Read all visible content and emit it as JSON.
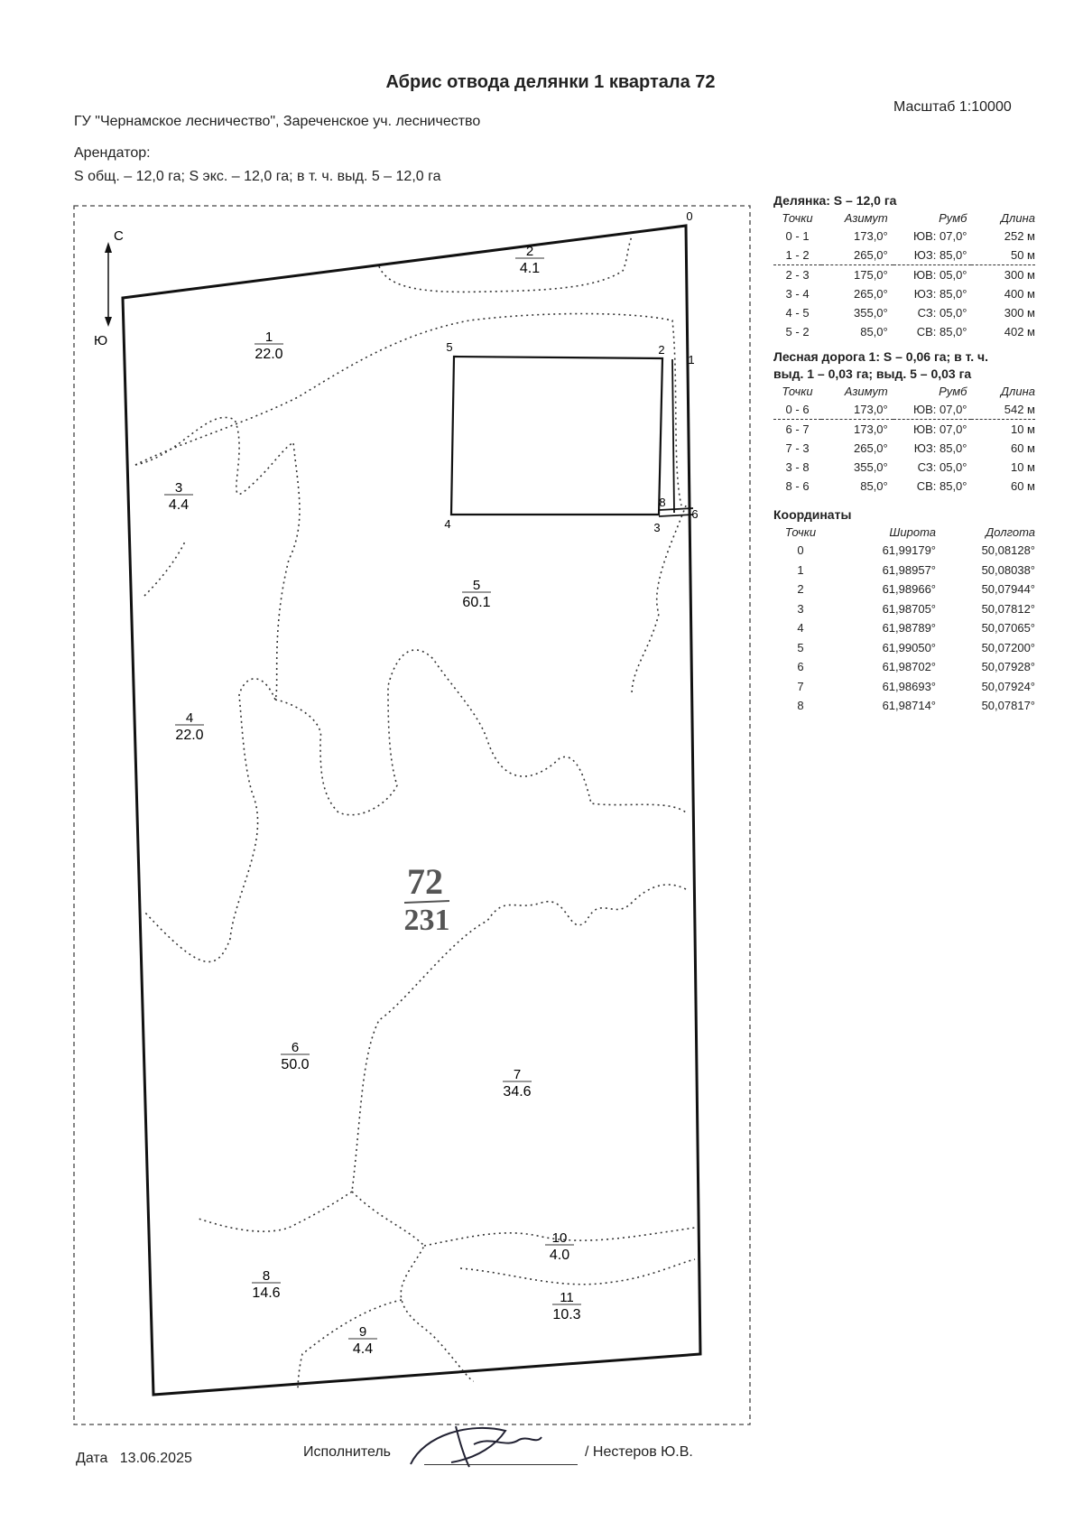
{
  "title": "Абрис отвода делянки 1 квартала 72",
  "scale": "Масштаб 1:10000",
  "organization": "ГУ \"Чернамское лесничество\", Зареченское уч. лесничество",
  "tenant_label": "Арендатор:",
  "areas": "S общ. – 12,0 га; S экс. – 12,0 га; в т. ч. выд. 5 – 12,0 га",
  "north_label": "С",
  "south_label": "Ю",
  "quarter": {
    "number": "72",
    "area": "231"
  },
  "vydels": [
    {
      "num": "1",
      "area": "22.0"
    },
    {
      "num": "2",
      "area": "4.1"
    },
    {
      "num": "3",
      "area": "4.4"
    },
    {
      "num": "4",
      "area": "22.0"
    },
    {
      "num": "5",
      "area": "60.1"
    },
    {
      "num": "6",
      "area": "50.0"
    },
    {
      "num": "7",
      "area": "34.6"
    },
    {
      "num": "8",
      "area": "14.6"
    },
    {
      "num": "9",
      "area": "4.4"
    },
    {
      "num": "10",
      "area": "4.0"
    },
    {
      "num": "11",
      "area": "10.3"
    }
  ],
  "plot_points": [
    "0",
    "1",
    "2",
    "3",
    "4",
    "5",
    "6",
    "8"
  ],
  "plot": {
    "title": "Делянка: S – 12,0 га",
    "headers": [
      "Точки",
      "Азимут",
      "Румб",
      "Длина"
    ],
    "rows": [
      [
        "0 - 1",
        "173,0°",
        "ЮВ: 07,0°",
        "252 м"
      ],
      [
        "1 - 2",
        "265,0°",
        "ЮЗ: 85,0°",
        "50 м"
      ],
      [
        "2 - 3",
        "175,0°",
        "ЮВ: 05,0°",
        "300 м"
      ],
      [
        "3 - 4",
        "265,0°",
        "ЮЗ: 85,0°",
        "400 м"
      ],
      [
        "4 - 5",
        "355,0°",
        "СЗ: 05,0°",
        "300 м"
      ],
      [
        "5 - 2",
        "85,0°",
        "СВ: 85,0°",
        "402 м"
      ]
    ]
  },
  "road": {
    "title_line1": "Лесная дорога 1: S – 0,06 га; в т. ч.",
    "title_line2": "выд. 1 – 0,03 га; выд. 5 – 0,03 га",
    "headers": [
      "Точки",
      "Азимут",
      "Румб",
      "Длина"
    ],
    "rows": [
      [
        "0 - 6",
        "173,0°",
        "ЮВ: 07,0°",
        "542 м"
      ],
      [
        "6 - 7",
        "173,0°",
        "ЮВ: 07,0°",
        "10 м"
      ],
      [
        "7 - 3",
        "265,0°",
        "ЮЗ: 85,0°",
        "60 м"
      ],
      [
        "3 - 8",
        "355,0°",
        "СЗ: 05,0°",
        "10 м"
      ],
      [
        "8 - 6",
        "85,0°",
        "СВ: 85,0°",
        "60 м"
      ]
    ]
  },
  "coords": {
    "title": "Координаты",
    "headers": [
      "Точки",
      "Широта",
      "Долгота"
    ],
    "rows": [
      [
        "0",
        "61,99179°",
        "50,08128°"
      ],
      [
        "1",
        "61,98957°",
        "50,08038°"
      ],
      [
        "2",
        "61,98966°",
        "50,07944°"
      ],
      [
        "3",
        "61,98705°",
        "50,07812°"
      ],
      [
        "4",
        "61,98789°",
        "50,07065°"
      ],
      [
        "5",
        "61,99050°",
        "50,07200°"
      ],
      [
        "6",
        "61,98702°",
        "50,07928°"
      ],
      [
        "7",
        "61,98693°",
        "50,07924°"
      ],
      [
        "8",
        "61,98714°",
        "50,07817°"
      ]
    ]
  },
  "footer": {
    "date_label": "Дата",
    "date": "13.06.2025",
    "executor_label": "Исполнитель",
    "executor_name": "/ Нестеров Ю.В."
  }
}
